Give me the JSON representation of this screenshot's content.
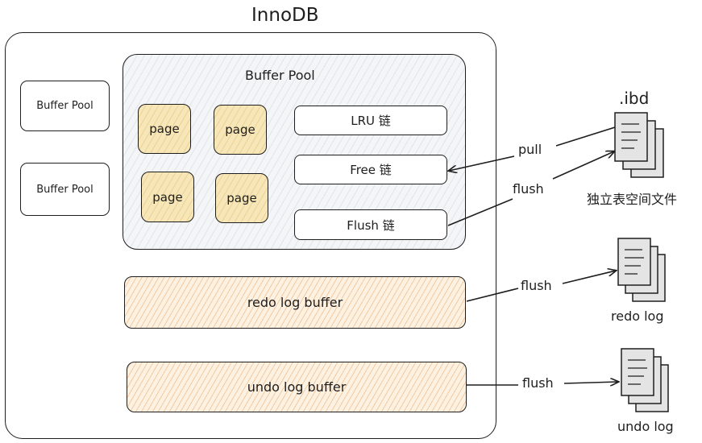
{
  "title": "InnoDB",
  "left_pools": [
    "Buffer Pool",
    "Buffer Pool"
  ],
  "buffer_pool": {
    "title": "Buffer Pool",
    "pages": [
      "page",
      "page",
      "page",
      "page"
    ],
    "lists": [
      "LRU 链",
      "Free 链",
      "Flush 链"
    ]
  },
  "redo_buffer": "redo log buffer",
  "undo_buffer": "undo log buffer",
  "arrows": {
    "pull": "pull",
    "flush_ibd": "flush",
    "flush_redo": "flush",
    "flush_undo": "flush"
  },
  "files": {
    "ibd_ext": ".ibd",
    "ibd_caption": "独立表空间文件",
    "redo_caption": "redo log",
    "undo_caption": "undo log"
  },
  "colors": {
    "stroke": "#1e1e1e",
    "page_fill": "#f7e6b8",
    "log_buffer_fill": "#fdf1e2",
    "pool_fill": "#f4f5f7"
  },
  "icons": [
    "document-stack-icon"
  ]
}
